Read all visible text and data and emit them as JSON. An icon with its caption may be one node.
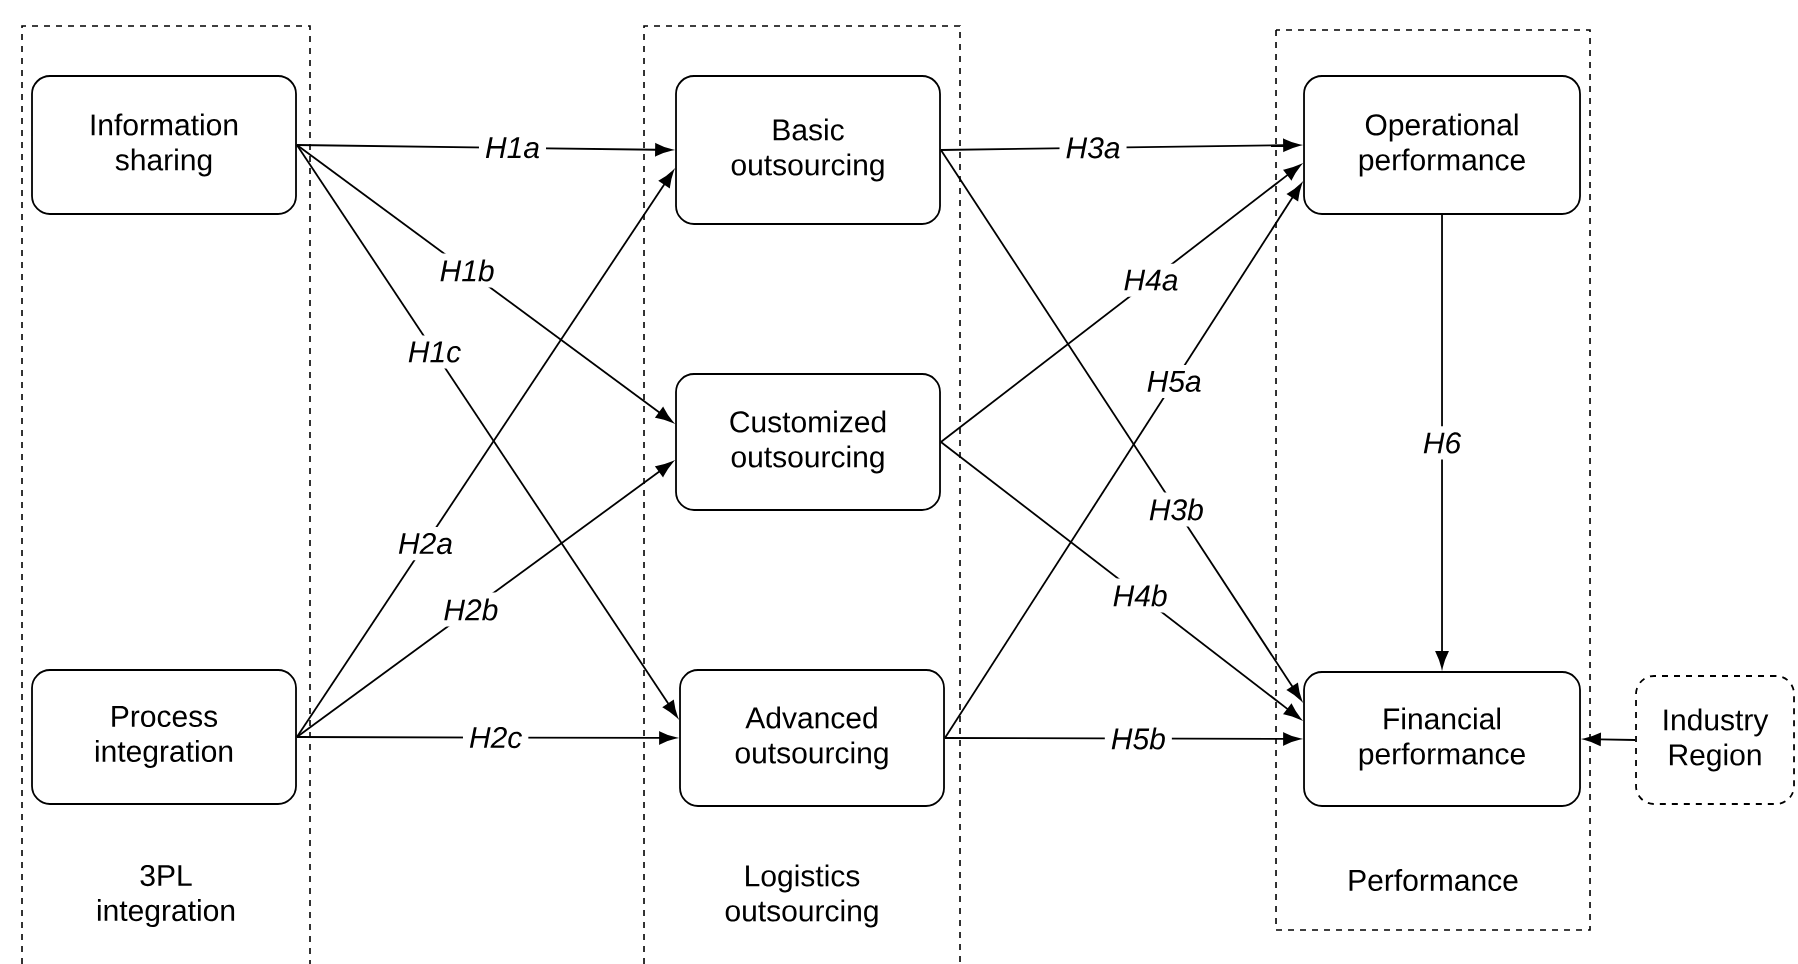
{
  "diagram": {
    "nodes": [
      {
        "text": [
          "3PL integration"
        ]
      },
      {
        "text": [
          "Information sharing"
        ],
        "in": 0
      },
      {
        "text": [
          "Process integration"
        ],
        "in": 0
      },
      {
        "text": [
          "Logistics outsourcing"
        ]
      },
      {
        "text": [
          "Basic outsourcing"
        ],
        "in": 3
      },
      {
        "text": [
          "Customized outsourcing"
        ],
        "in": 3
      },
      {
        "text": [
          "Advanced outsourcing"
        ],
        "in": 3
      },
      {
        "text": [
          "Performance"
        ]
      },
      {
        "text": [
          "Operational performance"
        ],
        "in": 7
      },
      {
        "text": [
          "Financial performance"
        ],
        "in": 7
      },
      {
        "text": [
          "Industry Region"
        ]
      }
    ],
    "edges": [
      {
        "from": 1,
        "to": 4,
        "arrow": "to",
        "label": "H1a"
      },
      {
        "from": 1,
        "to": 5,
        "arrow": "to",
        "label": "H1b"
      },
      {
        "from": 1,
        "to": 6,
        "arrow": "to",
        "label": "H1c"
      },
      {
        "from": 2,
        "to": 4,
        "arrow": "to",
        "label": "H2a"
      },
      {
        "from": 2,
        "to": 5,
        "arrow": "to",
        "label": "H2b"
      },
      {
        "from": 2,
        "to": 6,
        "arrow": "to",
        "label": "H2c"
      },
      {
        "from": 4,
        "to": 8,
        "arrow": "to",
        "label": "H3a"
      },
      {
        "from": 4,
        "to": 9,
        "arrow": "to",
        "label": "H3b"
      },
      {
        "from": 5,
        "to": 8,
        "arrow": "to",
        "label": "H4a"
      },
      {
        "from": 5,
        "to": 9,
        "arrow": "to",
        "label": "H4b"
      },
      {
        "from": 6,
        "to": 8,
        "arrow": "to",
        "label": "H5a"
      },
      {
        "from": 6,
        "to": 9,
        "arrow": "to",
        "label": "H5b"
      },
      {
        "from": 8,
        "to": 9,
        "arrow": "to",
        "label": "H6"
      },
      {
        "from": 10,
        "to": 9,
        "arrow": "to"
      }
    ]
  }
}
